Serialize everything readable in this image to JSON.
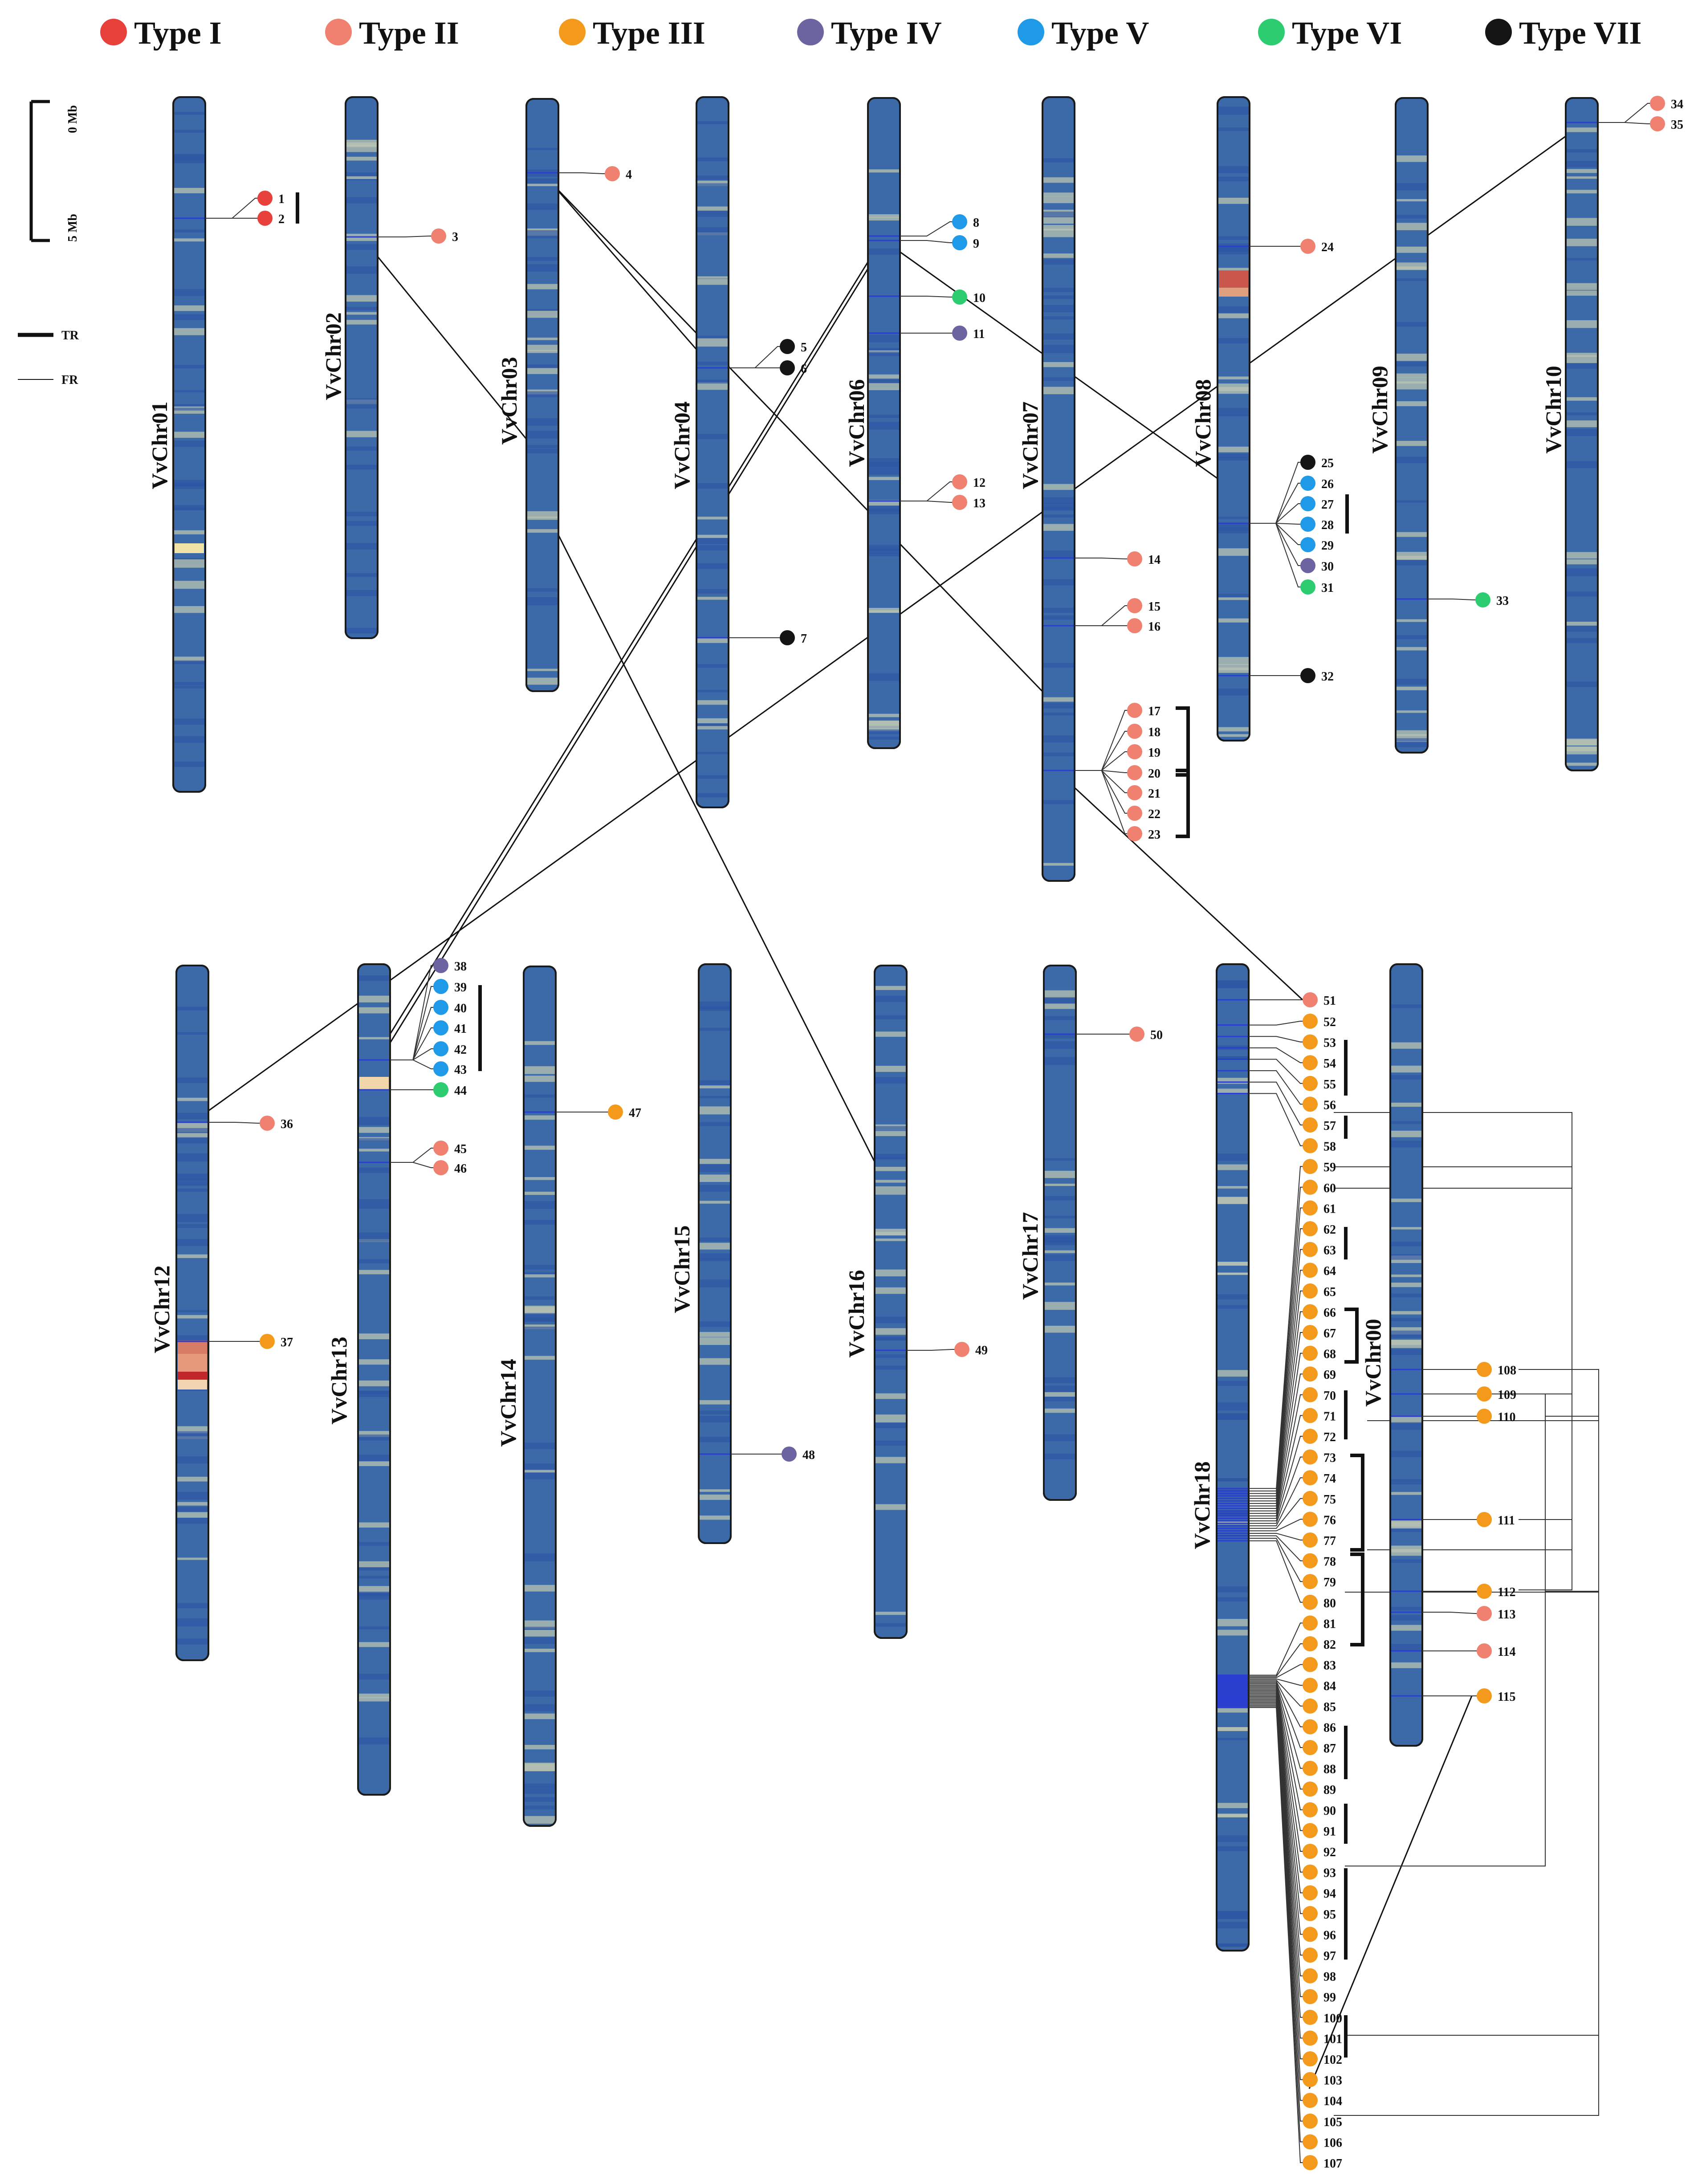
{
  "legend": {
    "types": [
      {
        "label": "Type I",
        "color": "#e8413c"
      },
      {
        "label": "Type II",
        "color": "#f08070"
      },
      {
        "label": "Type III",
        "color": "#f39a1c"
      },
      {
        "label": "Type IV",
        "color": "#6c64a0"
      },
      {
        "label": "Type V",
        "color": "#1e9ae8"
      },
      {
        "label": "Type VI",
        "color": "#2ecc71"
      },
      {
        "label": "Type VII",
        "color": "#151515"
      }
    ],
    "scale_top": "0 Mb",
    "scale_bottom": "5 Mb",
    "tr_label": "TR",
    "fr_label": "FR"
  },
  "chromosomes": [
    {
      "name": "VvChr01"
    },
    {
      "name": "VvChr02"
    },
    {
      "name": "VvChr03"
    },
    {
      "name": "VvChr04"
    },
    {
      "name": "VvChr06"
    },
    {
      "name": "VvChr07"
    },
    {
      "name": "VvChr08"
    },
    {
      "name": "VvChr09"
    },
    {
      "name": "VvChr10"
    },
    {
      "name": "VvChr12"
    },
    {
      "name": "VvChr13"
    },
    {
      "name": "VvChr14"
    },
    {
      "name": "VvChr15"
    },
    {
      "name": "VvChr16"
    },
    {
      "name": "VvChr17"
    },
    {
      "name": "VvChr18"
    },
    {
      "name": "VvChr00"
    }
  ],
  "genes": [
    {
      "id": "1",
      "type": "Type I"
    },
    {
      "id": "2",
      "type": "Type I"
    },
    {
      "id": "3",
      "type": "Type II"
    },
    {
      "id": "4",
      "type": "Type II"
    },
    {
      "id": "5",
      "type": "Type VII"
    },
    {
      "id": "6",
      "type": "Type VII"
    },
    {
      "id": "7",
      "type": "Type VII"
    },
    {
      "id": "8",
      "type": "Type V"
    },
    {
      "id": "9",
      "type": "Type V"
    },
    {
      "id": "10",
      "type": "Type VI"
    },
    {
      "id": "11",
      "type": "Type IV"
    },
    {
      "id": "12",
      "type": "Type II"
    },
    {
      "id": "13",
      "type": "Type II"
    },
    {
      "id": "14",
      "type": "Type II"
    },
    {
      "id": "15",
      "type": "Type II"
    },
    {
      "id": "16",
      "type": "Type II"
    },
    {
      "id": "17",
      "type": "Type II"
    },
    {
      "id": "18",
      "type": "Type II"
    },
    {
      "id": "19",
      "type": "Type II"
    },
    {
      "id": "20",
      "type": "Type II"
    },
    {
      "id": "21",
      "type": "Type II"
    },
    {
      "id": "22",
      "type": "Type II"
    },
    {
      "id": "23",
      "type": "Type II"
    },
    {
      "id": "24",
      "type": "Type II"
    },
    {
      "id": "25",
      "type": "Type VII"
    },
    {
      "id": "26",
      "type": "Type V"
    },
    {
      "id": "27",
      "type": "Type V"
    },
    {
      "id": "28",
      "type": "Type V"
    },
    {
      "id": "29",
      "type": "Type V"
    },
    {
      "id": "30",
      "type": "Type IV"
    },
    {
      "id": "31",
      "type": "Type VI"
    },
    {
      "id": "32",
      "type": "Type VII"
    },
    {
      "id": "33",
      "type": "Type VI"
    },
    {
      "id": "34",
      "type": "Type II"
    },
    {
      "id": "35",
      "type": "Type II"
    },
    {
      "id": "36",
      "type": "Type II"
    },
    {
      "id": "37",
      "type": "Type III"
    },
    {
      "id": "38",
      "type": "Type IV"
    },
    {
      "id": "39",
      "type": "Type V"
    },
    {
      "id": "40",
      "type": "Type V"
    },
    {
      "id": "41",
      "type": "Type V"
    },
    {
      "id": "42",
      "type": "Type V"
    },
    {
      "id": "43",
      "type": "Type V"
    },
    {
      "id": "44",
      "type": "Type VI"
    },
    {
      "id": "45",
      "type": "Type II"
    },
    {
      "id": "46",
      "type": "Type II"
    },
    {
      "id": "47",
      "type": "Type III"
    },
    {
      "id": "48",
      "type": "Type IV"
    },
    {
      "id": "49",
      "type": "Type II"
    },
    {
      "id": "50",
      "type": "Type II"
    },
    {
      "id": "51",
      "type": "Type II"
    },
    {
      "id": "52",
      "type": "Type III"
    },
    {
      "id": "53",
      "type": "Type III"
    },
    {
      "id": "54",
      "type": "Type III"
    },
    {
      "id": "55",
      "type": "Type III"
    },
    {
      "id": "56",
      "type": "Type III"
    },
    {
      "id": "57",
      "type": "Type III"
    },
    {
      "id": "58",
      "type": "Type III"
    },
    {
      "id": "59",
      "type": "Type III"
    },
    {
      "id": "60",
      "type": "Type III"
    },
    {
      "id": "61",
      "type": "Type III"
    },
    {
      "id": "62",
      "type": "Type III"
    },
    {
      "id": "63",
      "type": "Type III"
    },
    {
      "id": "64",
      "type": "Type III"
    },
    {
      "id": "65",
      "type": "Type III"
    },
    {
      "id": "66",
      "type": "Type III"
    },
    {
      "id": "67",
      "type": "Type III"
    },
    {
      "id": "68",
      "type": "Type III"
    },
    {
      "id": "69",
      "type": "Type III"
    },
    {
      "id": "70",
      "type": "Type III"
    },
    {
      "id": "71",
      "type": "Type III"
    },
    {
      "id": "72",
      "type": "Type III"
    },
    {
      "id": "73",
      "type": "Type III"
    },
    {
      "id": "74",
      "type": "Type III"
    },
    {
      "id": "75",
      "type": "Type III"
    },
    {
      "id": "76",
      "type": "Type III"
    },
    {
      "id": "77",
      "type": "Type III"
    },
    {
      "id": "78",
      "type": "Type III"
    },
    {
      "id": "79",
      "type": "Type III"
    },
    {
      "id": "80",
      "type": "Type III"
    },
    {
      "id": "81",
      "type": "Type III"
    },
    {
      "id": "82",
      "type": "Type III"
    },
    {
      "id": "83",
      "type": "Type III"
    },
    {
      "id": "84",
      "type": "Type III"
    },
    {
      "id": "85",
      "type": "Type III"
    },
    {
      "id": "86",
      "type": "Type III"
    },
    {
      "id": "87",
      "type": "Type III"
    },
    {
      "id": "88",
      "type": "Type III"
    },
    {
      "id": "89",
      "type": "Type III"
    },
    {
      "id": "90",
      "type": "Type III"
    },
    {
      "id": "91",
      "type": "Type III"
    },
    {
      "id": "92",
      "type": "Type III"
    },
    {
      "id": "93",
      "type": "Type III"
    },
    {
      "id": "94",
      "type": "Type III"
    },
    {
      "id": "95",
      "type": "Type III"
    },
    {
      "id": "96",
      "type": "Type III"
    },
    {
      "id": "97",
      "type": "Type III"
    },
    {
      "id": "98",
      "type": "Type III"
    },
    {
      "id": "99",
      "type": "Type III"
    },
    {
      "id": "100",
      "type": "Type III"
    },
    {
      "id": "101",
      "type": "Type III"
    },
    {
      "id": "102",
      "type": "Type III"
    },
    {
      "id": "103",
      "type": "Type III"
    },
    {
      "id": "104",
      "type": "Type III"
    },
    {
      "id": "105",
      "type": "Type III"
    },
    {
      "id": "106",
      "type": "Type III"
    },
    {
      "id": "107",
      "type": "Type III"
    },
    {
      "id": "108",
      "type": "Type III"
    },
    {
      "id": "109",
      "type": "Type III"
    },
    {
      "id": "110",
      "type": "Type III"
    },
    {
      "id": "111",
      "type": "Type III"
    },
    {
      "id": "112",
      "type": "Type III"
    },
    {
      "id": "113",
      "type": "Type II"
    },
    {
      "id": "114",
      "type": "Type II"
    },
    {
      "id": "115",
      "type": "Type III"
    }
  ]
}
